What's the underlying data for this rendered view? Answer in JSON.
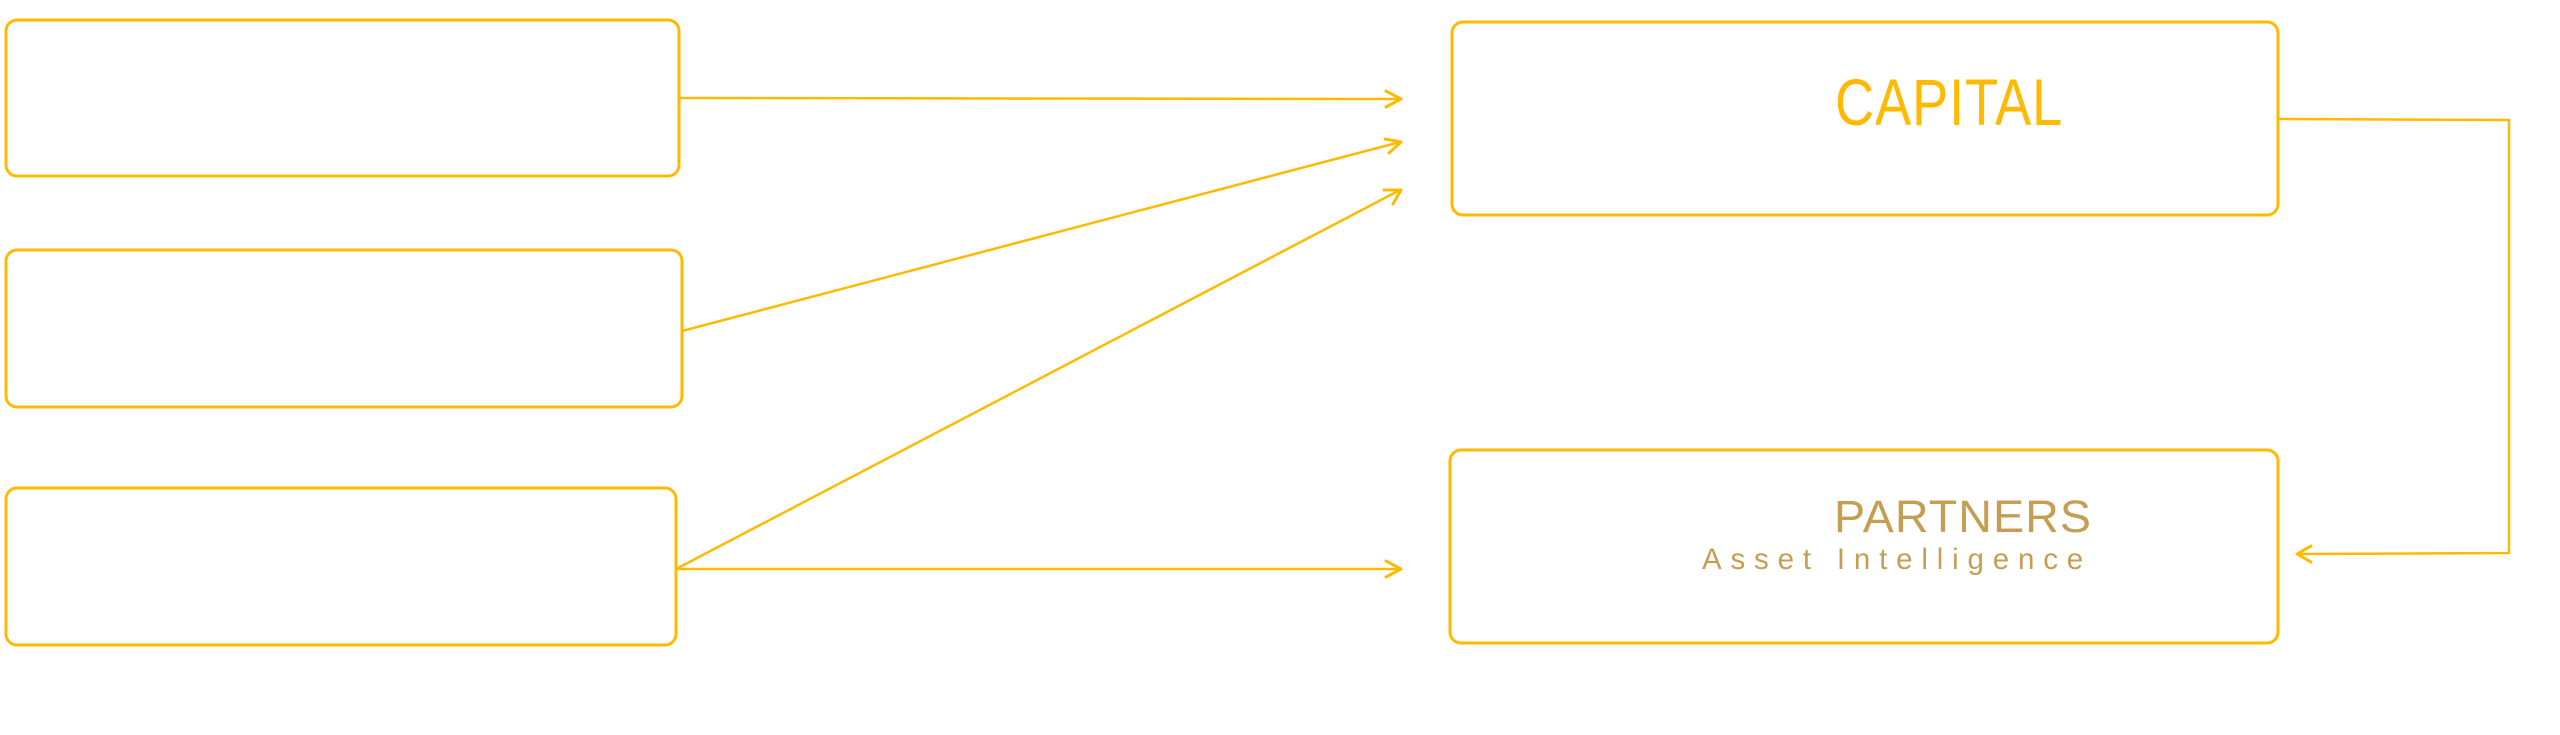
{
  "diagram": {
    "title": "",
    "colors": {
      "stroke": "#FFBA00",
      "capital_text": "#FFB900",
      "partners_text": "#C49E52",
      "background": "#FFFFFF"
    },
    "nodes": [
      {
        "id": "source-1",
        "label": ""
      },
      {
        "id": "source-2",
        "label": ""
      },
      {
        "id": "source-3",
        "label": ""
      },
      {
        "id": "capital",
        "label": "CAPITAL"
      },
      {
        "id": "partners",
        "label": "PARTNERS",
        "sublabel": "Asset Intelligence"
      }
    ],
    "edges": [
      {
        "from": "source-1",
        "to": "capital"
      },
      {
        "from": "source-2",
        "to": "capital"
      },
      {
        "from": "source-3",
        "to": "capital"
      },
      {
        "from": "source-3",
        "to": "partners"
      },
      {
        "from": "capital",
        "to": "partners"
      }
    ]
  },
  "logo": {
    "capital": "CAPITAL",
    "partners": "PARTNERS",
    "tagline": "Asset Intelligence"
  }
}
